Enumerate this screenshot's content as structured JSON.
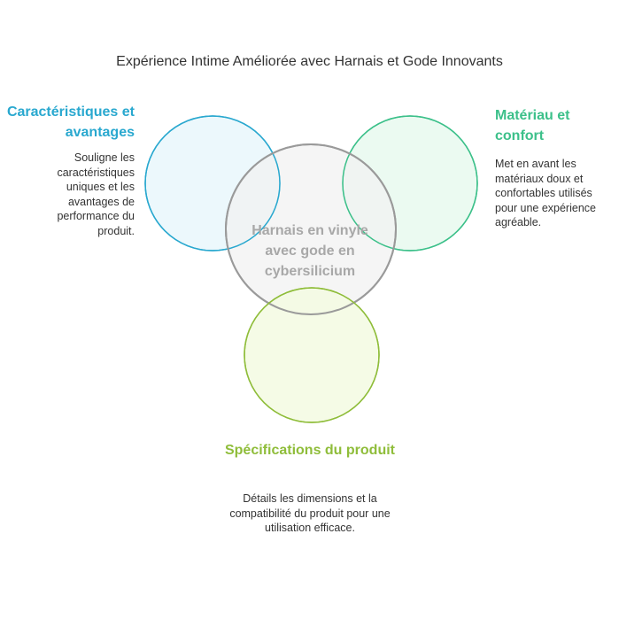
{
  "title": "Expérience Intime Améliorée avec Harnais et Gode Innovants",
  "center": {
    "label": "Harnais en vinyle avec gode en cybersilicium"
  },
  "sections": {
    "features": {
      "heading": "Caractéristiques et avantages",
      "description": "Souligne les caractéristiques uniques et les avantages de performance du produit.",
      "color": "#29a8cf",
      "fill": "#eaf7fc"
    },
    "material": {
      "heading": "Matériau et confort",
      "description": "Met en avant les matériaux doux et confortables utilisés pour une expérience agréable.",
      "color": "#3cc08a",
      "fill": "#e9f9f0"
    },
    "specs": {
      "heading": "Spécifications du produit",
      "description": "Détails les dimensions et la compatibilité du produit pour une utilisation efficace.",
      "color": "#8fbd3a",
      "fill": "#f4fbe3"
    }
  },
  "center_style": {
    "stroke": "#9a9a9a",
    "fill": "#f2f2f2"
  }
}
